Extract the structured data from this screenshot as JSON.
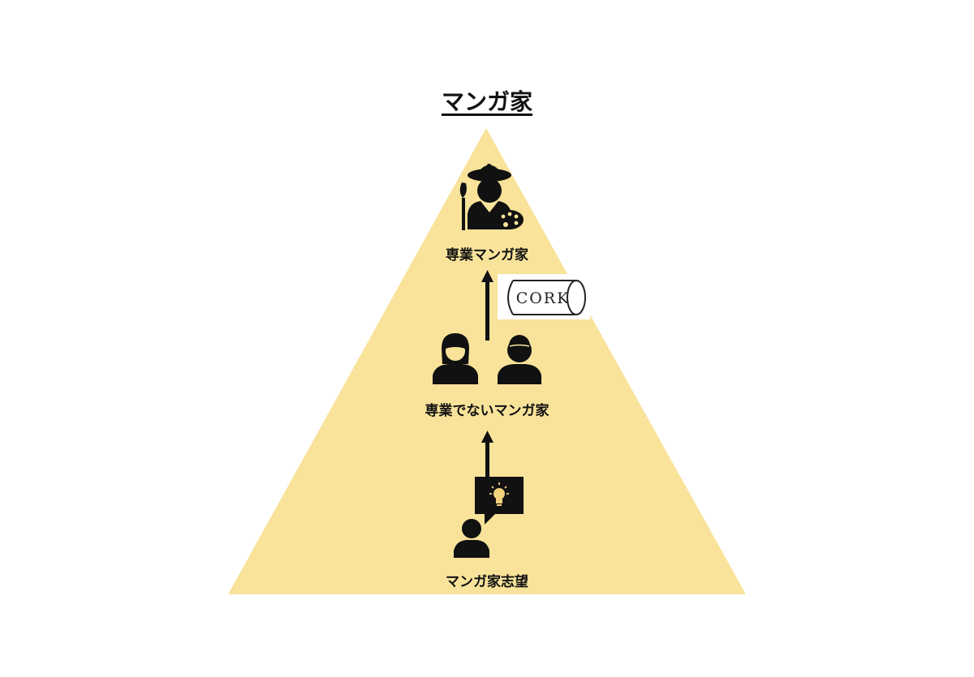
{
  "title": "マンガ家",
  "colors": {
    "pyramid_fill": "#f9e39a",
    "icon": "#111111",
    "background": "#ffffff",
    "bulb": "#f2d27a"
  },
  "tiers": {
    "top": {
      "label": "専業マンガ家",
      "icon": "artist-with-palette-icon"
    },
    "middle": {
      "label": "専業でないマンガ家",
      "icons": [
        "woman-user-icon",
        "man-user-icon"
      ]
    },
    "bottom": {
      "label": "マンガ家志望",
      "icons": [
        "user-icon",
        "lightbulb-speech-bubble-icon"
      ]
    }
  },
  "cork_logo": {
    "text": "CORK"
  }
}
